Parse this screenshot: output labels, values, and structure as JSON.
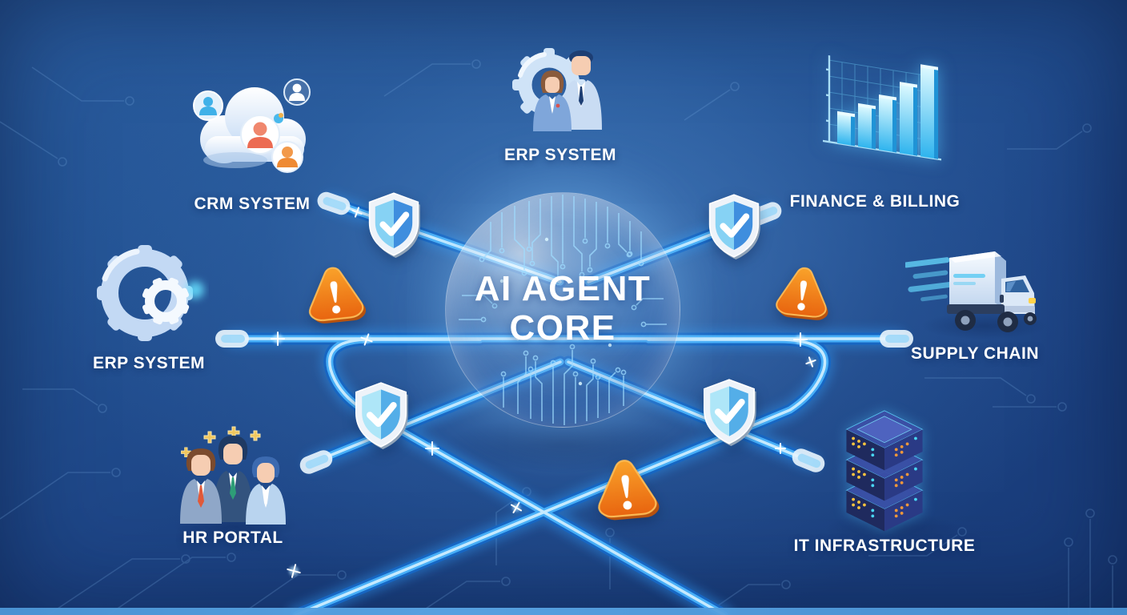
{
  "core": {
    "line1": "AI AGENT",
    "line2": "CORE",
    "description": "glowing circuit sphere hub"
  },
  "nodes": [
    {
      "id": "crm-system",
      "label": "CRM SYSTEM",
      "icon": "cloud-users-icon"
    },
    {
      "id": "erp-system-top",
      "label": "ERP SYSTEM",
      "icon": "gear-people-icon"
    },
    {
      "id": "finance-billing",
      "label": "FINANCE & BILLING",
      "icon": "bar-chart-icon"
    },
    {
      "id": "erp-system-left",
      "label": "ERP SYSTEM",
      "icon": "gears-icon"
    },
    {
      "id": "supply-chain",
      "label": "SUPPLY CHAIN",
      "icon": "truck-icon"
    },
    {
      "id": "hr-portal",
      "label": "HR PORTAL",
      "icon": "people-group-icon"
    },
    {
      "id": "it-infrastructure",
      "label": "IT INFRASTRUCTURE",
      "icon": "server-stack-icon"
    }
  ],
  "security": {
    "shield_check_count": 4,
    "warning_count": 3
  },
  "colors": {
    "background_deep": "#183a77",
    "background_light": "#3c76b9",
    "tube_edge": "#1766c2",
    "tube_mid": "#47aef7",
    "tube_core": "#cdeeff",
    "shield_blue_left": "#86d2f4",
    "shield_blue_right": "#3f8ede",
    "warning_orange": "#f28a1c",
    "label_text": "#ffffff",
    "bottom_strip": "#4f9bdc"
  }
}
